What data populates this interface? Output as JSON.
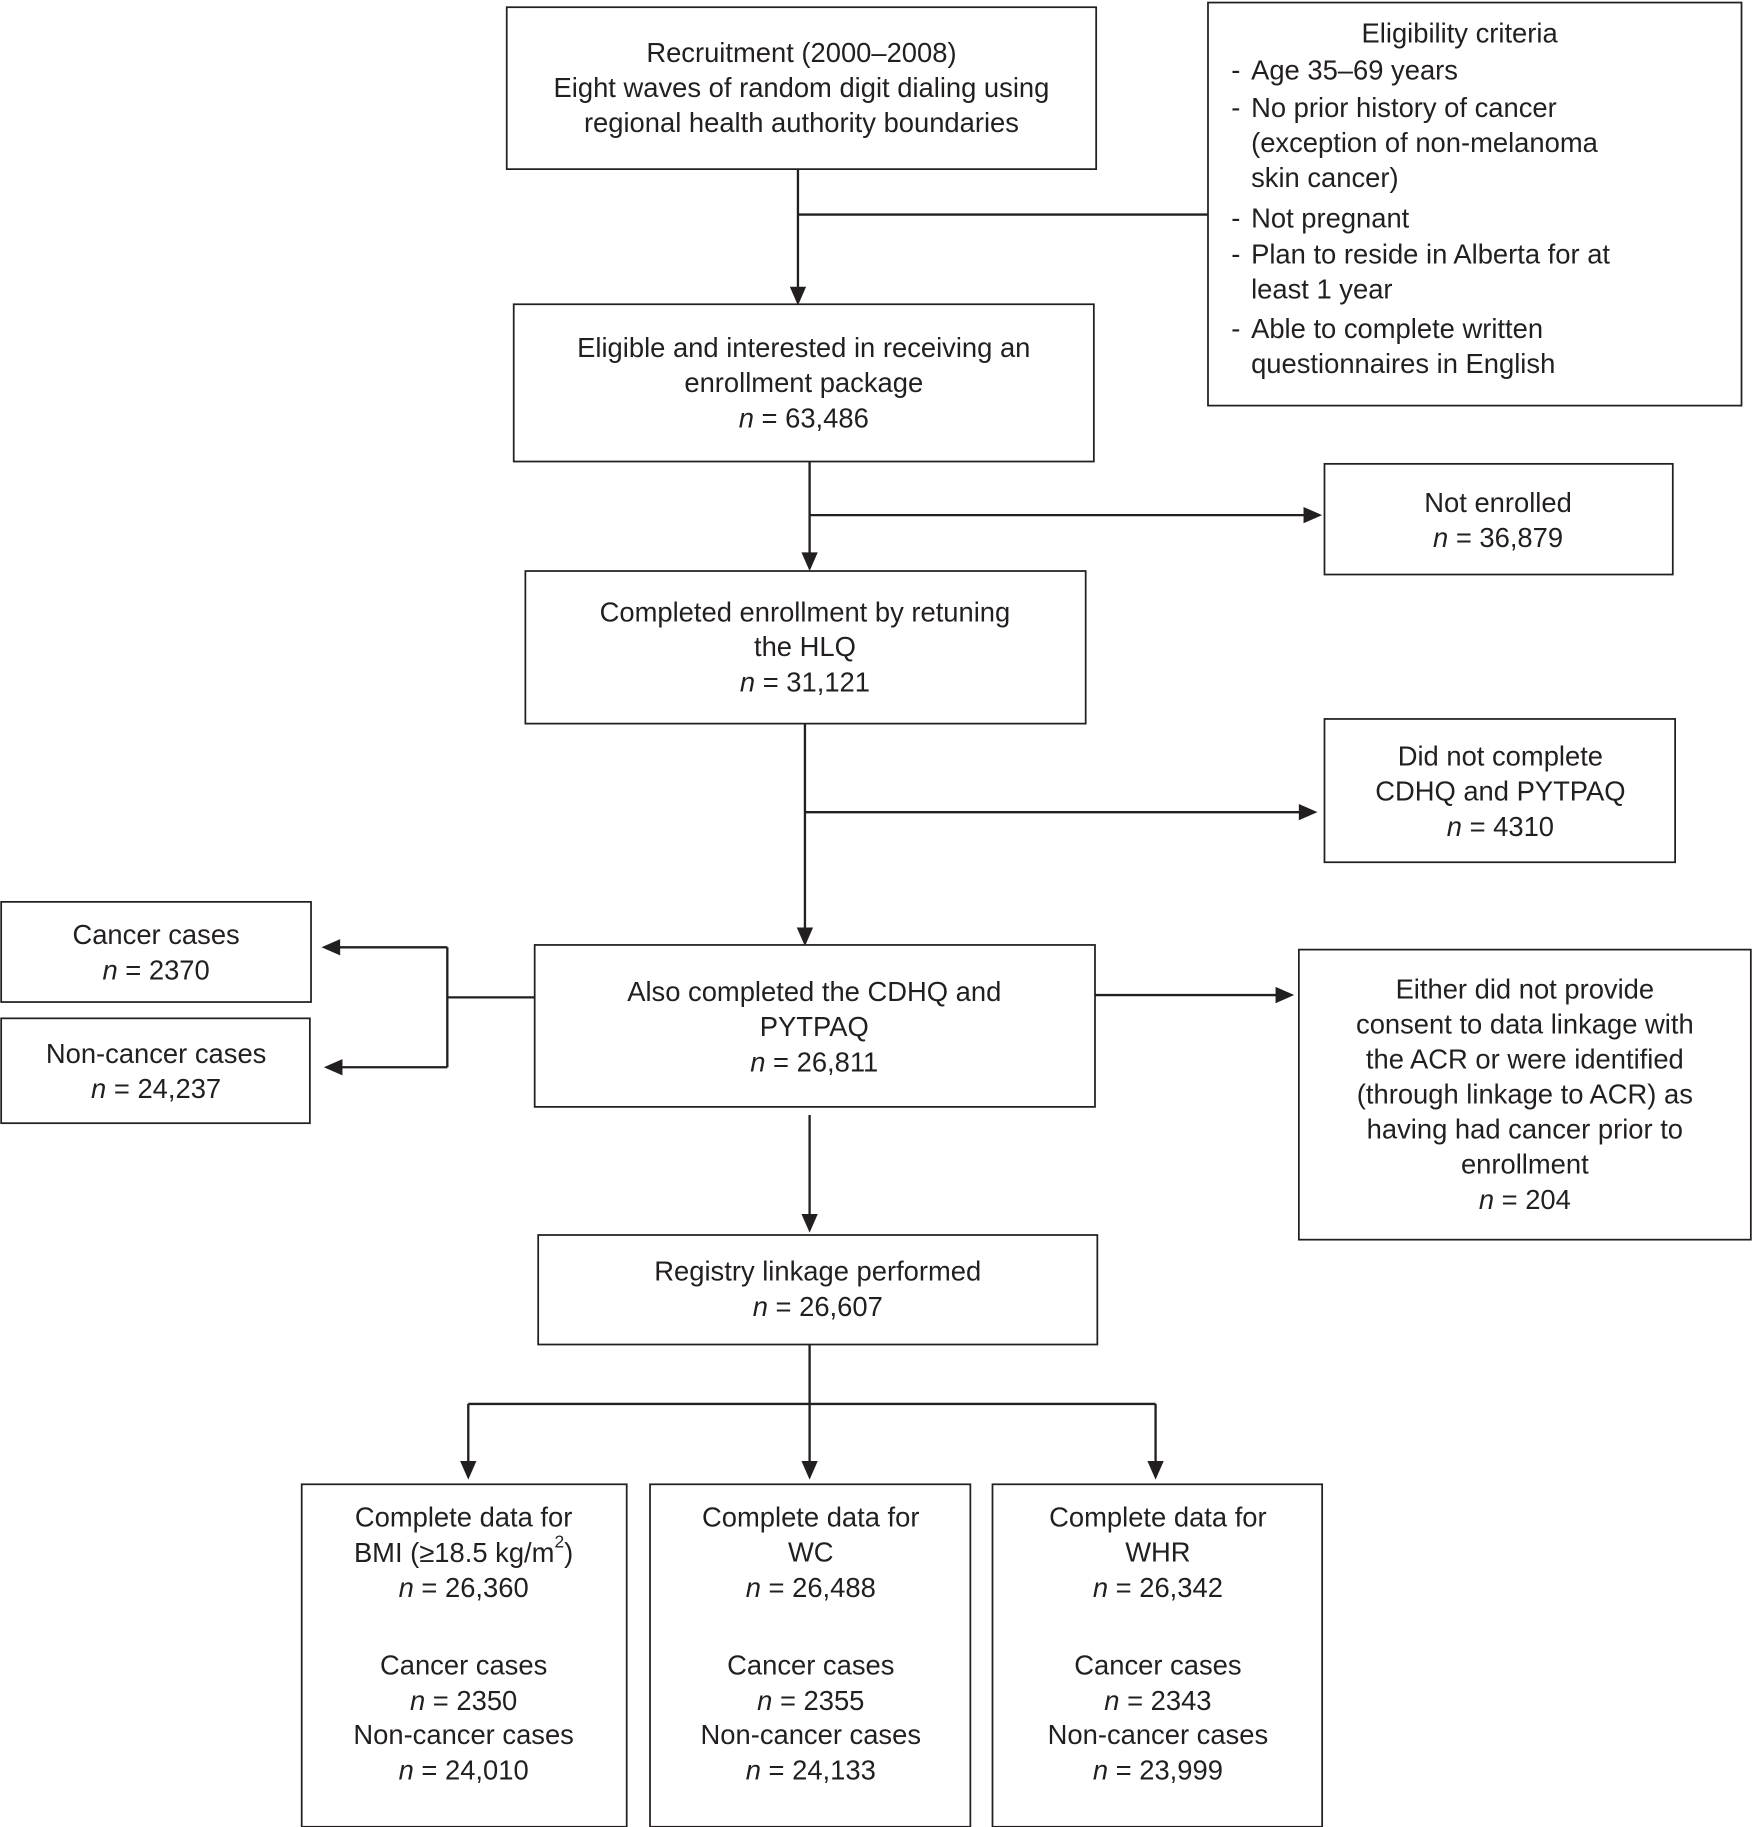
{
  "n_symbol": "n",
  "boxes": {
    "recruitment": {
      "lines": [
        "Recruitment (2000–2008)",
        "Eight waves of random digit dialing using",
        "regional health authority boundaries"
      ]
    },
    "eligibility": {
      "title": "Eligibility criteria",
      "items": [
        [
          "Age 35–69 years"
        ],
        [
          "No prior history of cancer",
          "(exception of non-melanoma",
          "skin cancer)"
        ],
        [
          "Not pregnant"
        ],
        [
          "Plan to reside in Alberta for at",
          "least 1 year"
        ],
        [
          "Able to complete written",
          "questionnaires in English"
        ]
      ]
    },
    "eligible": {
      "lines": [
        "Eligible and interested in receiving an",
        "enrollment package"
      ],
      "n": "63,486"
    },
    "not_enrolled": {
      "lines": [
        "Not enrolled"
      ],
      "n": "36,879"
    },
    "completed": {
      "lines": [
        "Completed enrollment by retuning",
        "the HLQ"
      ],
      "n": "31,121"
    },
    "did_not_complete": {
      "lines": [
        "Did not complete",
        "CDHQ and PYTPAQ"
      ],
      "n": "4310"
    },
    "also_completed": {
      "lines": [
        "Also completed the CDHQ and",
        "PYTPAQ"
      ],
      "n": "26,811"
    },
    "cancer_cases": {
      "lines": [
        "Cancer cases"
      ],
      "n": "2370"
    },
    "non_cancer_cases": {
      "lines": [
        "Non-cancer cases"
      ],
      "n": "24,237"
    },
    "excluded": {
      "lines": [
        "Either did not provide",
        "consent to data linkage with",
        "the ACR or were identified",
        "(through linkage to ACR) as",
        "having had cancer prior to",
        "enrollment"
      ],
      "n": "204"
    },
    "registry": {
      "lines": [
        "Registry linkage performed"
      ],
      "n": "26,607"
    },
    "bmi": {
      "lines": [
        "Complete data for",
        "BMI (≥18.5 kg/m"
      ],
      "sup": "2",
      "sup_after": ")",
      "n": "26,360",
      "cancer_label": "Cancer cases",
      "cancer_n": "2350",
      "non_cancer_label": "Non-cancer cases",
      "non_cancer_n": "24,010"
    },
    "wc": {
      "lines": [
        "Complete data for",
        "WC"
      ],
      "n": "26,488",
      "cancer_label": "Cancer cases",
      "cancer_n": "2355",
      "non_cancer_label": "Non-cancer cases",
      "non_cancer_n": "24,133"
    },
    "whr": {
      "lines": [
        "Complete data for",
        "WHR"
      ],
      "n": "26,342",
      "cancer_label": "Cancer cases",
      "cancer_n": "2343",
      "non_cancer_label": "Non-cancer cases",
      "non_cancer_n": "23,999"
    }
  }
}
